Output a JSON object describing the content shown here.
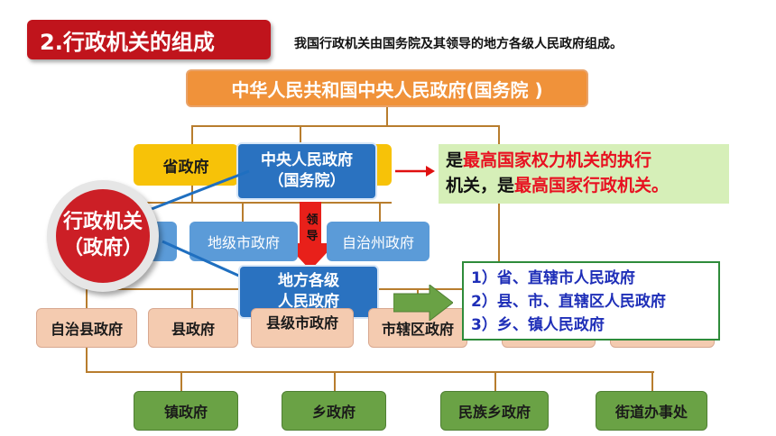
{
  "title": "2.行政机关的组成",
  "subtitle": "我国行政机关由国务院及其领导的地方各级人民政府组成。",
  "top_node": "中华人民共和国中央人民政府(国务院 )",
  "province": "省政府",
  "central_line1": "中央人民政府",
  "central_line2": "（国务院）",
  "central_desc_part1": "是",
  "central_desc_part2": "最高国家权力机关的执行",
  "central_desc_part3": "机关，是",
  "central_desc_part4": "最高国家行政机关。",
  "lead_label_1": "领",
  "lead_label_2": "导",
  "prefecture_city": "地级市政府",
  "autonomous_prefecture": "自治州政府",
  "admin_line1": "行政机关",
  "admin_line2": "（政府）",
  "local_line1": "地方各级",
  "local_line2": "人民政府",
  "local_list": [
    "1）省、直辖市人民政府",
    "2）县、市、直辖区人民政府",
    "3）乡、镇人民政府"
  ],
  "county_row": [
    "自治县政府",
    "县政府",
    "县级市政府",
    "市辖区政府"
  ],
  "bottom_row": [
    "镇政府",
    "乡政府",
    "民族乡政府",
    "街道办事处"
  ]
}
